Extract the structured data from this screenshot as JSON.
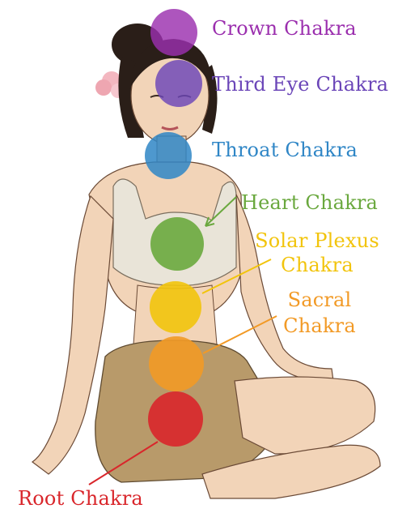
{
  "chakras": [
    {
      "id": "crown",
      "label": "Crown Chakra",
      "color": "#9b2fae"
    },
    {
      "id": "third-eye",
      "label": "Third Eye Chakra",
      "color": "#6b46b8"
    },
    {
      "id": "throat",
      "label": "Throat Chakra",
      "color": "#2f86c6"
    },
    {
      "id": "heart",
      "label": "Heart Chakra",
      "color": "#6aa83e"
    },
    {
      "id": "solar-plexus",
      "label_line1": "Solar Plexus",
      "label_line2": "Chakra",
      "color": "#f2c40c"
    },
    {
      "id": "sacral",
      "label_line1": "Sacral",
      "label_line2": "Chakra",
      "color": "#f29a26"
    },
    {
      "id": "root",
      "label": "Root Chakra",
      "color": "#d9262b"
    }
  ],
  "figure": {
    "description_icon": "seated-woman-illustration",
    "skin_color": "#f2d4b8",
    "hair_color": "#2a1e18",
    "top_color": "#e9e4d8",
    "shorts_color": "#b89a6a"
  }
}
